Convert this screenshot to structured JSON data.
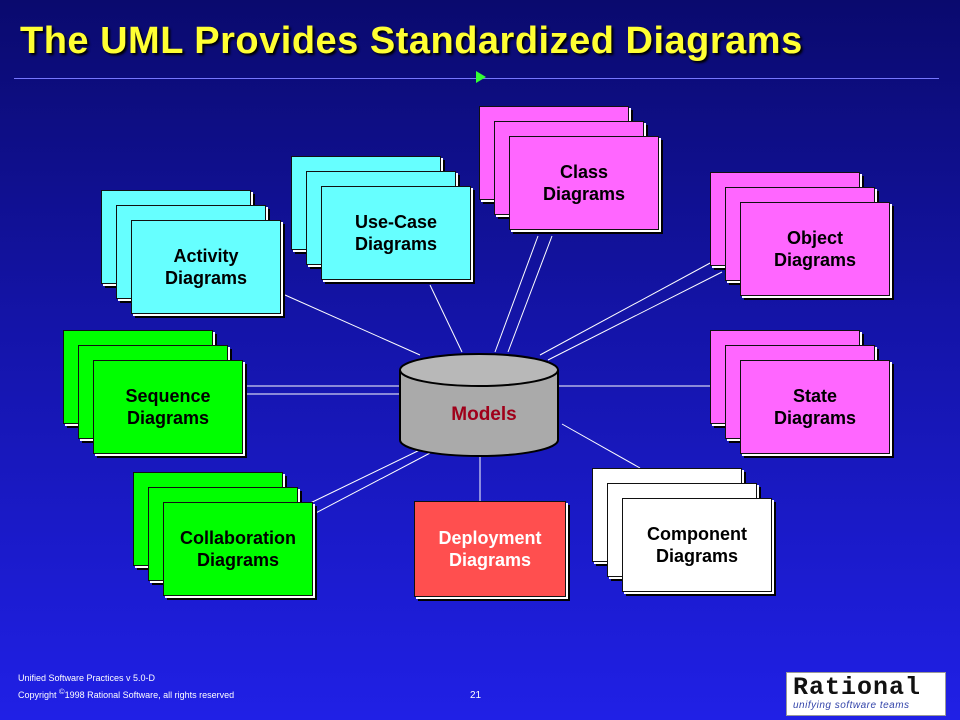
{
  "slide": {
    "title": "The UML Provides Standardized Diagrams",
    "center_label": "Models",
    "page_number": "21"
  },
  "diagrams": {
    "activity": "Activity\nDiagrams",
    "use_case": "Use-Case\nDiagrams",
    "class": "Class\nDiagrams",
    "object": "Object\nDiagrams",
    "sequence": "Sequence\nDiagrams",
    "state": "State\nDiagrams",
    "collaboration": "Collaboration\nDiagrams",
    "deployment": "Deployment\nDiagrams",
    "component": "Component\nDiagrams"
  },
  "footer": {
    "line1": "Unified Software Practices v 5.0-D",
    "line2_prefix": "Copyright ",
    "line2_symbol": "©",
    "line2_rest": "1998 Rational Software, all rights reserved"
  },
  "logo": {
    "wordmark": "Rational",
    "tagline": "unifying software teams"
  },
  "colors": {
    "title": "#ffff33",
    "cyan": "#66ffff",
    "magenta": "#ff66ff",
    "green": "#00ff00",
    "white": "#ffffff",
    "red": "#ff4f4f",
    "models_text": "#a0001a"
  }
}
